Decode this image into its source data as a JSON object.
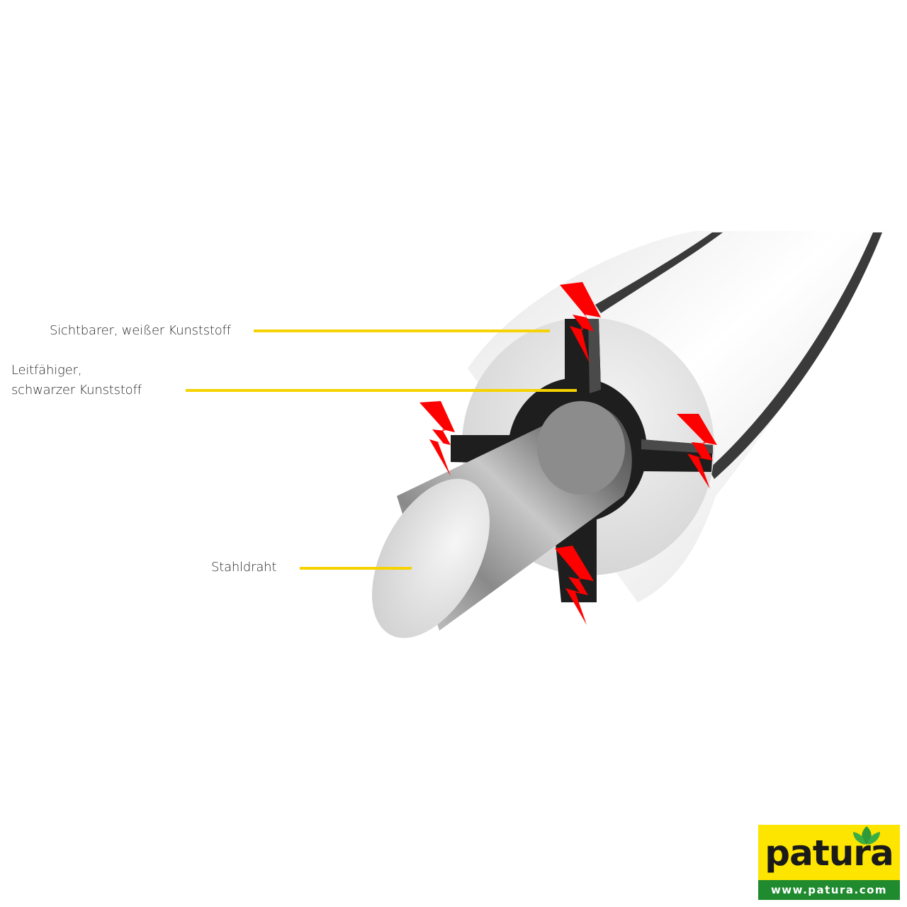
{
  "diagram": {
    "subject": "Electric fence wire cross-section",
    "labels": [
      {
        "id": "outer",
        "text": "Sichtbarer, weißer Kunststoff"
      },
      {
        "id": "conductive",
        "line1": "Leitfähiger,",
        "line2": "schwarzer Kunststoff"
      },
      {
        "id": "core",
        "text": "Stahldraht"
      }
    ],
    "colors": {
      "leader_line": "#f5d200",
      "lightning": "#ff0000",
      "conductive_plastic": "#1e1e1e",
      "outer_plastic": "#f0f0f0",
      "steel": "#9a9a9a"
    },
    "lightning_count": 4
  },
  "logo": {
    "brand": "patura",
    "url": "www.patura.com",
    "colors": {
      "background": "#fde500",
      "bar": "#1f8a2e",
      "leaves": "#2f9a3a"
    }
  }
}
